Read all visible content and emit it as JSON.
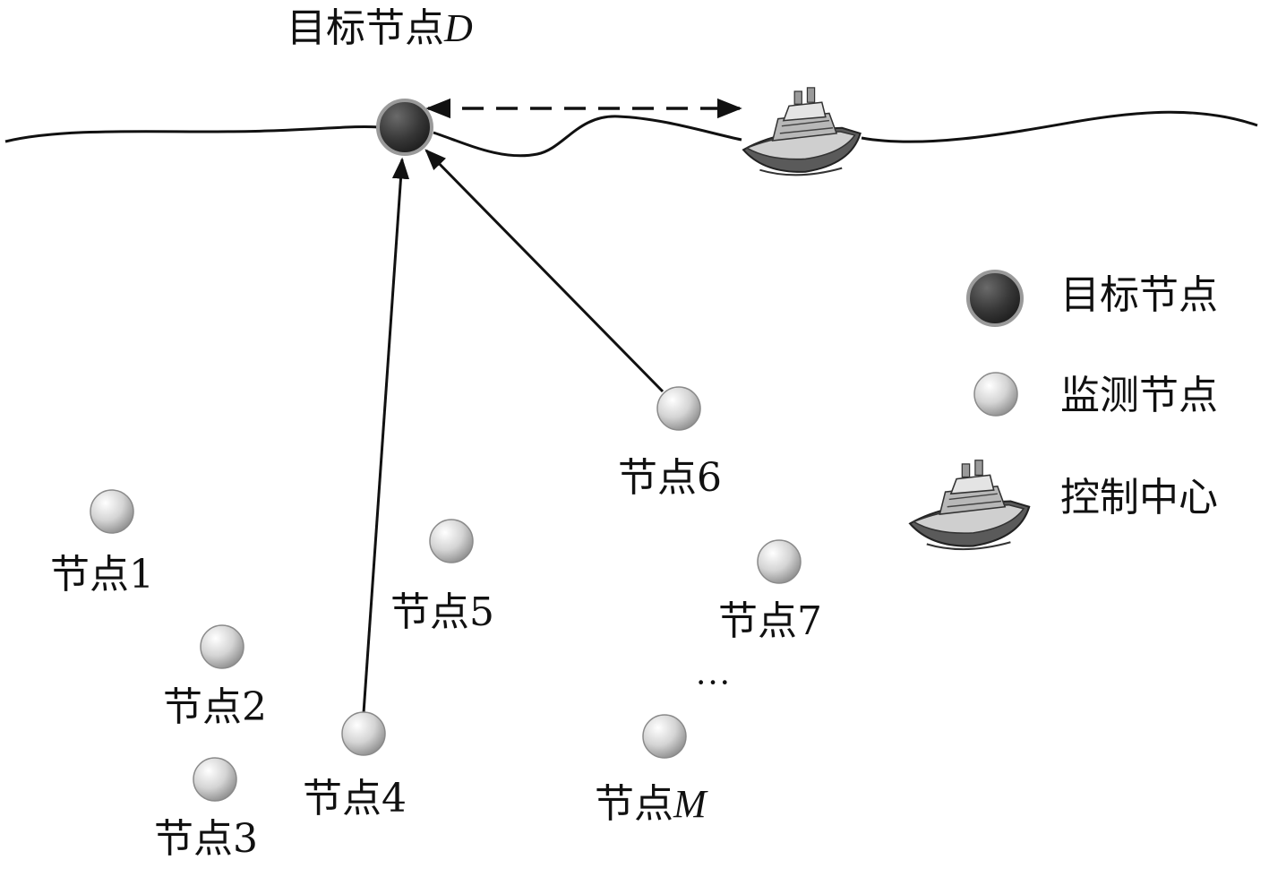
{
  "target": {
    "label_prefix": "目标节点",
    "label_var": "D"
  },
  "nodes": [
    {
      "prefix": "节点",
      "suffix": "1"
    },
    {
      "prefix": "节点",
      "suffix": "2"
    },
    {
      "prefix": "节点",
      "suffix": "3"
    },
    {
      "prefix": "节点",
      "suffix": "4"
    },
    {
      "prefix": "节点",
      "suffix": "5"
    },
    {
      "prefix": "节点",
      "suffix": "6"
    },
    {
      "prefix": "节点",
      "suffix": "7"
    },
    {
      "prefix": "节点",
      "suffix": "M"
    }
  ],
  "ellipsis": "···",
  "legend": {
    "target_node": "目标节点",
    "monitor_node": "监测节点",
    "control_center": "控制中心"
  },
  "colors": {
    "target_fill": "#3a3a3a",
    "monitor_fill": "#d8d8d8",
    "line": "#111111"
  },
  "icons": {
    "control_center": "ship-icon"
  }
}
